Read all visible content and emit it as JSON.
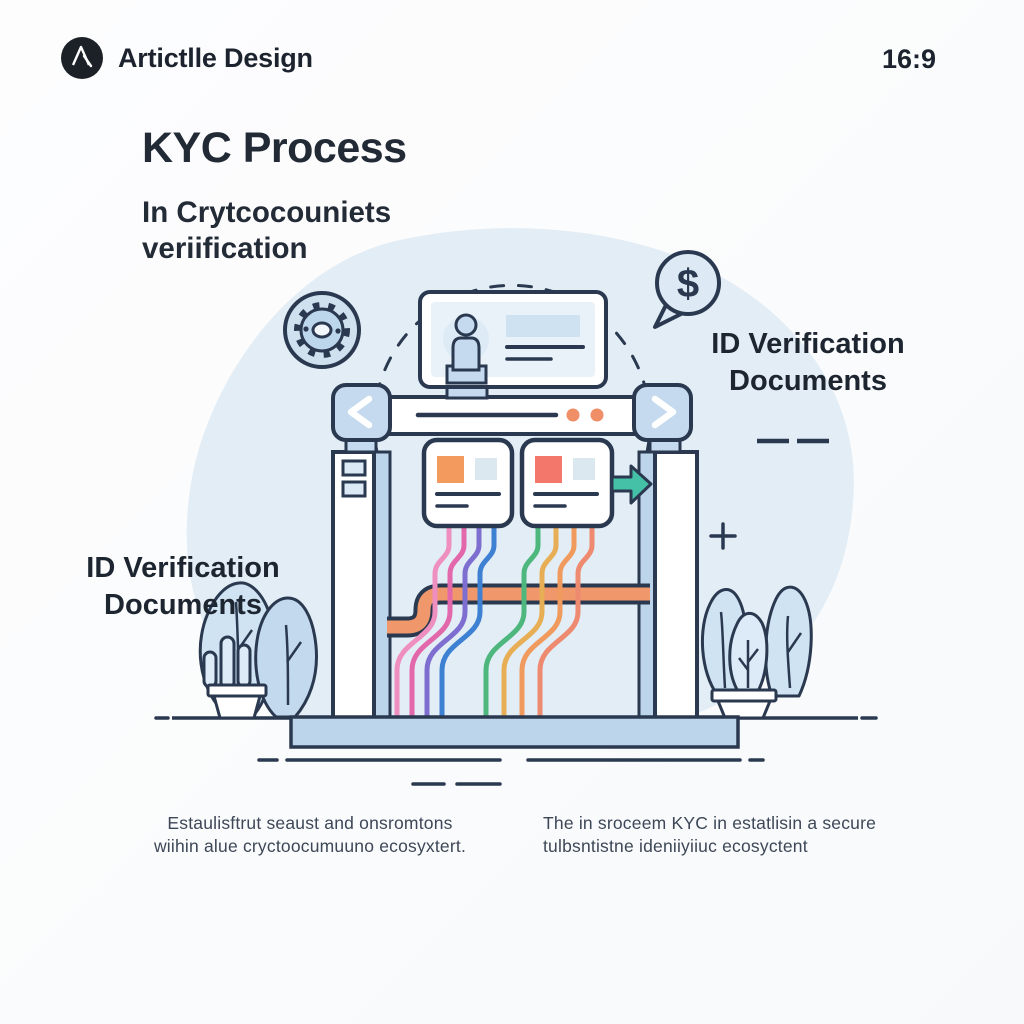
{
  "header": {
    "brand": "Artictlle Design",
    "aspect_ratio": "16:9"
  },
  "title": "KYC Process",
  "subtitle": {
    "line1": "In Crytcocouniets",
    "line2": "veriification"
  },
  "labels": {
    "right": {
      "line1": "ID Verification",
      "line2": "Documents"
    },
    "left": {
      "line1": "ID Verification",
      "line2": "Documents"
    }
  },
  "captions": {
    "left": {
      "line1": "Estaulisftrut seaust and onsromtons",
      "line2": "wiihin alue cryctoocumuuno ecosyxtert."
    },
    "right": {
      "line1": "The in sroceem KYC in estatlisin a secure",
      "line2": "tulbsntistne ideniiyiiuc ecosyctent"
    }
  },
  "icons": {
    "dollar": "$"
  },
  "colors": {
    "ink": "#2a3950",
    "text": "#1f2733",
    "caption": "#3d4757",
    "blob": "#e2edf5",
    "panel": "#c5daee",
    "panelDeep": "#bdd5ea",
    "screen": "#e9f2f9",
    "squareOrange": "#f39a5f",
    "squareRed": "#f4776b",
    "squareGray": "#dce8f0",
    "dot": "#ef8e67",
    "pipe": "#f0976b",
    "arrowTeal": "#45c1a8",
    "wire1": "#ee8fc0",
    "wire2": "#e268ab",
    "wire3": "#7e6ed0",
    "wire4": "#3e80d2",
    "wire5": "#4eb77e",
    "wire6": "#e7ae55",
    "wire7": "#f09a5e",
    "wire8": "#ee8a70"
  }
}
